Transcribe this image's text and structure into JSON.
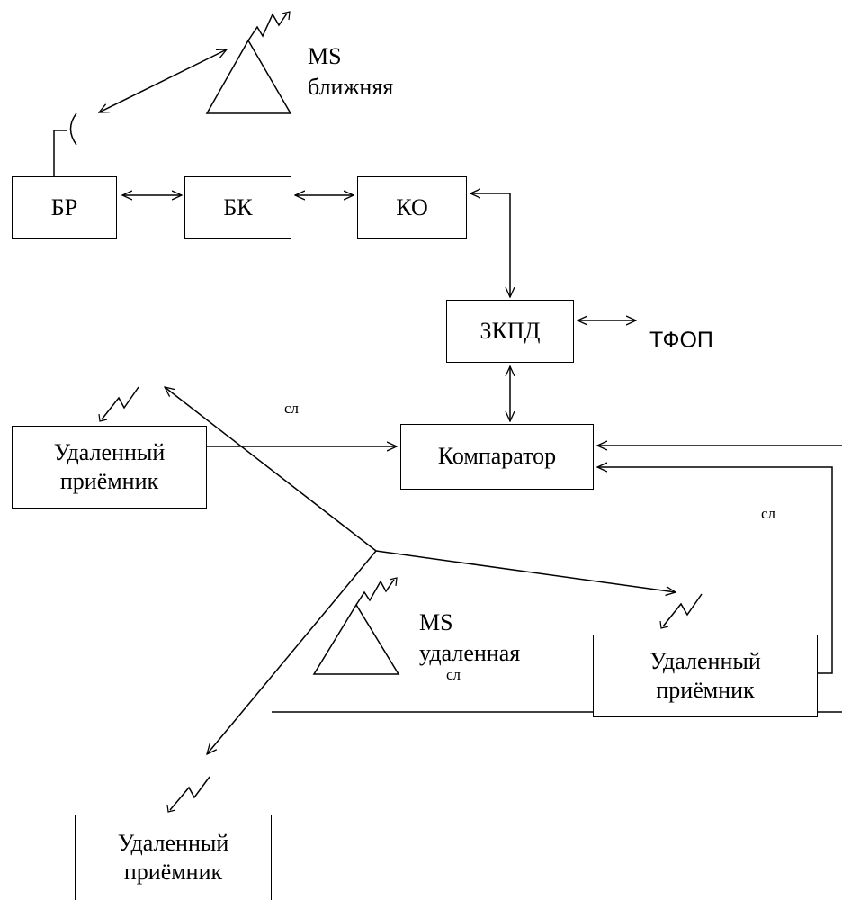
{
  "blocks": {
    "br": "БР",
    "bk": "БК",
    "ko": "КО",
    "zkpd": "ЗКПД",
    "comparator": "Компаратор"
  },
  "receiver_top": {
    "line1": "Удаленный",
    "line2": "приёмник"
  },
  "receiver_right": {
    "line1": "Удаленный",
    "line2": "приёмник"
  },
  "receiver_bottom": {
    "line1": "Удаленный",
    "line2": "приёмник"
  },
  "labels": {
    "tfop": "ТФОП",
    "ms_near_line1": "MS",
    "ms_near_line2": "ближняя",
    "ms_remote_line1": "MS",
    "ms_remote_line2": "удаленная",
    "link_top": "сл",
    "link_right": "сл",
    "link_bottom": "сл"
  }
}
